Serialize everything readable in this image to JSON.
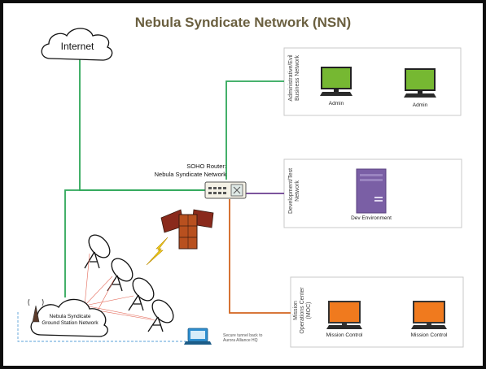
{
  "diagram": {
    "title": "Nebula Syndicate Network (NSN)",
    "internet_label": "Internet",
    "router_label_line1": "SOHO Router:",
    "router_label_line2": "Nebula Syndicate Network",
    "zones": [
      {
        "title_line1": "Administrative/Evil",
        "title_line2": "Business Network",
        "nodes": [
          "Admin",
          "Admin"
        ]
      },
      {
        "title_line1": "Development/Test",
        "title_line2": "Network",
        "nodes": [
          "Dev Environment"
        ]
      },
      {
        "title_line1": "Mission",
        "title_line2": "Operations Center",
        "title_line3": "(MOC)",
        "nodes": [
          "Mission Control",
          "Mission Control"
        ]
      }
    ],
    "ground_station_line1": "Nebula Syndicate",
    "ground_station_line2": "Ground Station Network",
    "tunnel_line1": "Secure tunnel back to",
    "tunnel_line2": "Aurora Alliance HQ"
  },
  "colors": {
    "green_link": "#2fa85a",
    "purple_link": "#6a3d8f",
    "orange_link": "#d2641f",
    "tunnel_dash": "#5aa0d8",
    "admin_monitor": "#76b832",
    "server": "#7a5fa5",
    "moc_monitor": "#f07a1e",
    "title_color": "#6a5f3f"
  }
}
